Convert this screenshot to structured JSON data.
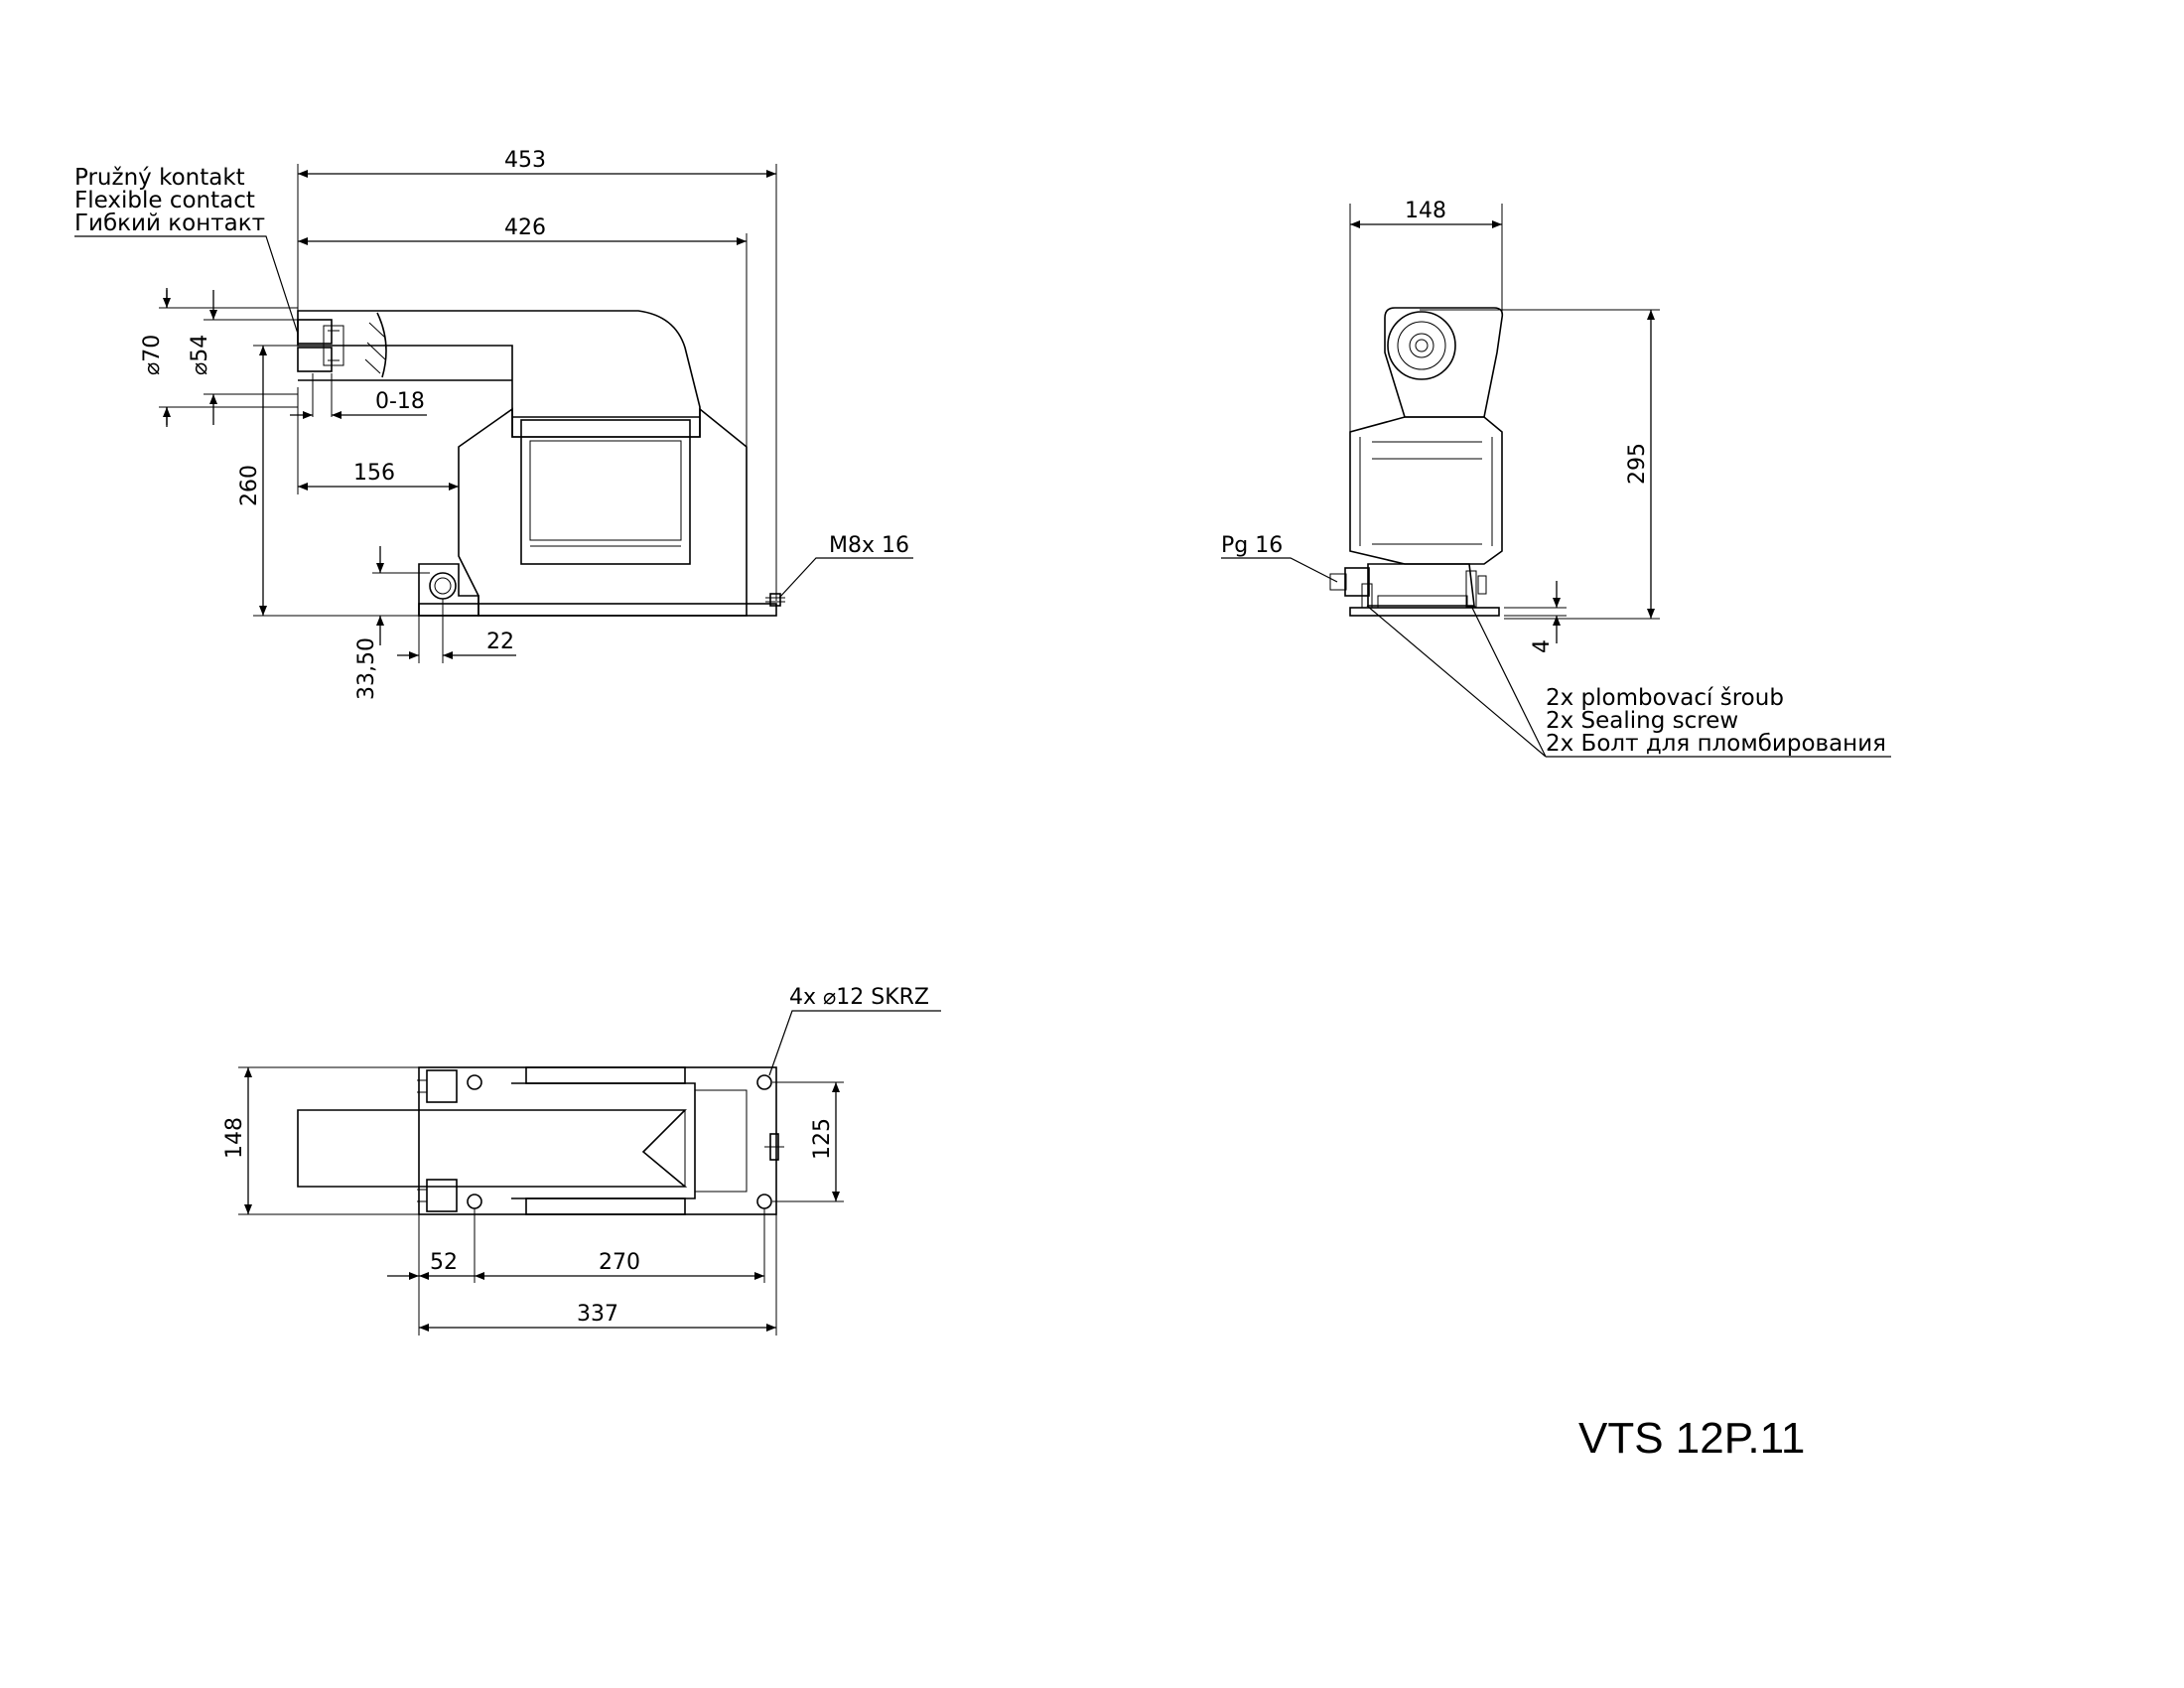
{
  "title": "VTS 12P.11",
  "side_view": {
    "callout_contact": [
      "Pružný kontakt",
      "Flexible contact",
      "Гибкий контакт"
    ],
    "dim_overall_length": "453",
    "dim_length": "426",
    "dim_dia_outer": "⌀70",
    "dim_dia_inner": "⌀54",
    "dim_contact_travel": "0-18",
    "dim_height": "260",
    "dim_offset": "156",
    "callout_earth_bolt": "M8x 16",
    "dim_terminal_height": "33,50",
    "dim_terminal_offset": "22"
  },
  "front_view": {
    "dim_width": "148",
    "dim_height": "295",
    "callout_gland": "Pg 16",
    "dim_base": "4",
    "callout_sealing": [
      "2x plombovací šroub",
      "2x Sealing screw",
      "2x Болт для пломбирования"
    ]
  },
  "top_view": {
    "callout_holes": "4x ⌀12 SKRZ",
    "dim_width": "148",
    "dim_hole_spacing": "125",
    "dim_edge": "52",
    "dim_hole_pitch": "270",
    "dim_length": "337"
  }
}
